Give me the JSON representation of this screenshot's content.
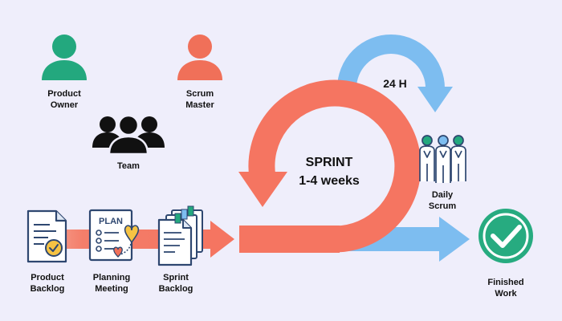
{
  "roles": {
    "product_owner": [
      "Product",
      "Owner"
    ],
    "scrum_master": [
      "Scrum",
      "Master"
    ],
    "team": [
      "Team"
    ]
  },
  "artifacts": {
    "product_backlog": [
      "Product",
      "Backlog"
    ],
    "planning_meeting": [
      "Planning",
      "Meeting"
    ],
    "sprint_backlog": [
      "Sprint",
      "Backlog"
    ],
    "plan_board_text": "PLAN"
  },
  "sprint": {
    "title": "SPRINT",
    "duration": "1-4 weeks"
  },
  "daily": {
    "cycle": "24 H",
    "label": [
      "Daily",
      "Scrum"
    ]
  },
  "finished": {
    "label": [
      "Finished",
      "Work"
    ]
  },
  "icons": {
    "person": "person-icon",
    "team": "team-group-icon",
    "document": "document-icon",
    "plan": "plan-board-icon",
    "stack": "document-stack-icon",
    "daily_team": "daily-team-icon",
    "check": "check-circle-icon"
  },
  "colors": {
    "background": "#efeefb",
    "product_owner": "#23a87e",
    "scrum_master": "#f07059",
    "team": "#111111",
    "sprint_arrow": "#f57561",
    "daily_arrow": "#7dbdf0",
    "finished": "#27ab80",
    "icon_outline": "#2e4770",
    "accent_yellow": "#f6c343"
  }
}
